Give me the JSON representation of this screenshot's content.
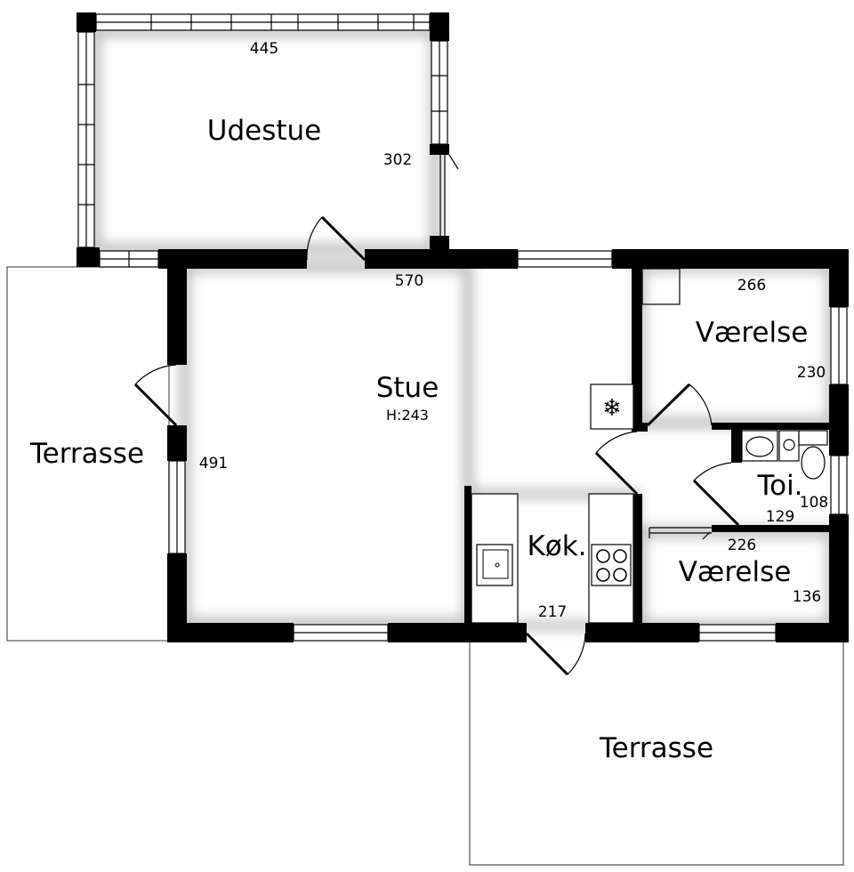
{
  "rooms": {
    "udestue": "Udestue",
    "stue": "Stue",
    "stue_height": "H:243",
    "vaerelse_1": "Værelse",
    "vaerelse_2": "Værelse",
    "toilet": "Toi.",
    "koekken": "Køk.",
    "terrasse_west": "Terrasse",
    "terrasse_south": "Terrasse"
  },
  "dimensions": {
    "udestue_width": "445",
    "udestue_depth": "302",
    "stue_width": "570",
    "stue_depth": "491",
    "vaerelse_1_width": "266",
    "vaerelse_1_depth": "230",
    "toilet_width": "129",
    "toilet_depth": "108",
    "vaerelse_2_width": "226",
    "vaerelse_2_depth": "136",
    "koekken_width": "217"
  }
}
